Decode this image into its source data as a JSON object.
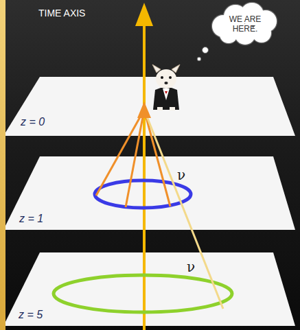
{
  "diagram": {
    "nodes": [
      {
        "text": [
          "WE ARE HERE."
        ]
      },
      {
        "text": [
          "z = 0"
        ]
      },
      {
        "text": [
          "z = 1"
        ]
      },
      {
        "text": [
          "z = 5"
        ]
      }
    ],
    "labels": [
      "TIME AXIS",
      "ν",
      "ν"
    ]
  }
}
